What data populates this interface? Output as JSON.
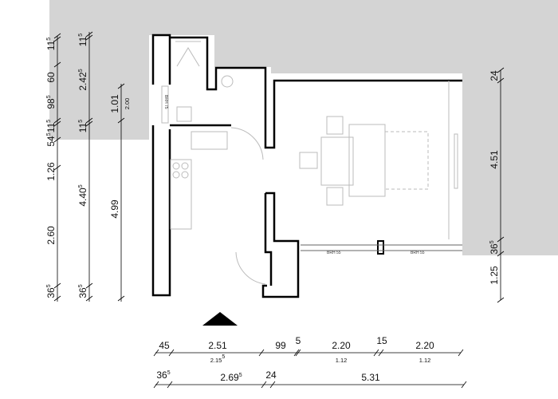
{
  "colors": {
    "surrounding": "#d4d4d4",
    "walls": "#000000",
    "furniture": "#bbbbbb"
  },
  "annotations": {
    "window_left": "BRH 75",
    "window_bottom_1": "BRH 55",
    "window_bottom_2": "BRH 55"
  },
  "dims_left_1": [
    {
      "v": "11",
      "s": "5"
    },
    {
      "v": "60",
      "s": ""
    },
    {
      "v": "98",
      "s": "5"
    },
    {
      "v": "11",
      "s": "5"
    },
    {
      "v": "54",
      "s": "5"
    },
    {
      "v": "1.26",
      "s": ""
    },
    {
      "v": "2.60",
      "s": ""
    },
    {
      "v": "36",
      "s": "5"
    }
  ],
  "dims_left_2": [
    {
      "v": "11",
      "s": "5"
    },
    {
      "v": "2.42",
      "s": "5"
    },
    {
      "v": "11",
      "s": "5"
    },
    {
      "v": "4.40",
      "s": "5"
    },
    {
      "v": "36",
      "s": "5"
    }
  ],
  "dims_left_3": [
    {
      "v": "1.01",
      "s": ""
    },
    {
      "v": "2.00",
      "s": ""
    },
    {
      "v": "4.99",
      "s": ""
    }
  ],
  "dims_right": [
    {
      "v": "24",
      "s": ""
    },
    {
      "v": "4.51",
      "s": ""
    },
    {
      "v": "36",
      "s": "5"
    },
    {
      "v": "1.25",
      "s": ""
    }
  ],
  "dims_bottom_1": [
    {
      "v": "45",
      "s": ""
    },
    {
      "v": "2.51",
      "s": ""
    },
    {
      "v": "2.15",
      "s": "5"
    },
    {
      "v": "99",
      "s": ""
    },
    {
      "v": "5",
      "s": ""
    },
    {
      "v": "2.20",
      "s": ""
    },
    {
      "v": "1.12",
      "s": ""
    },
    {
      "v": "15",
      "s": ""
    },
    {
      "v": "2.20",
      "s": ""
    },
    {
      "v": "1.12",
      "s": ""
    }
  ],
  "dims_bottom_2": [
    {
      "v": "36",
      "s": "5"
    },
    {
      "v": "2.69",
      "s": "5"
    },
    {
      "v": "24",
      "s": ""
    },
    {
      "v": "5.31",
      "s": ""
    }
  ]
}
